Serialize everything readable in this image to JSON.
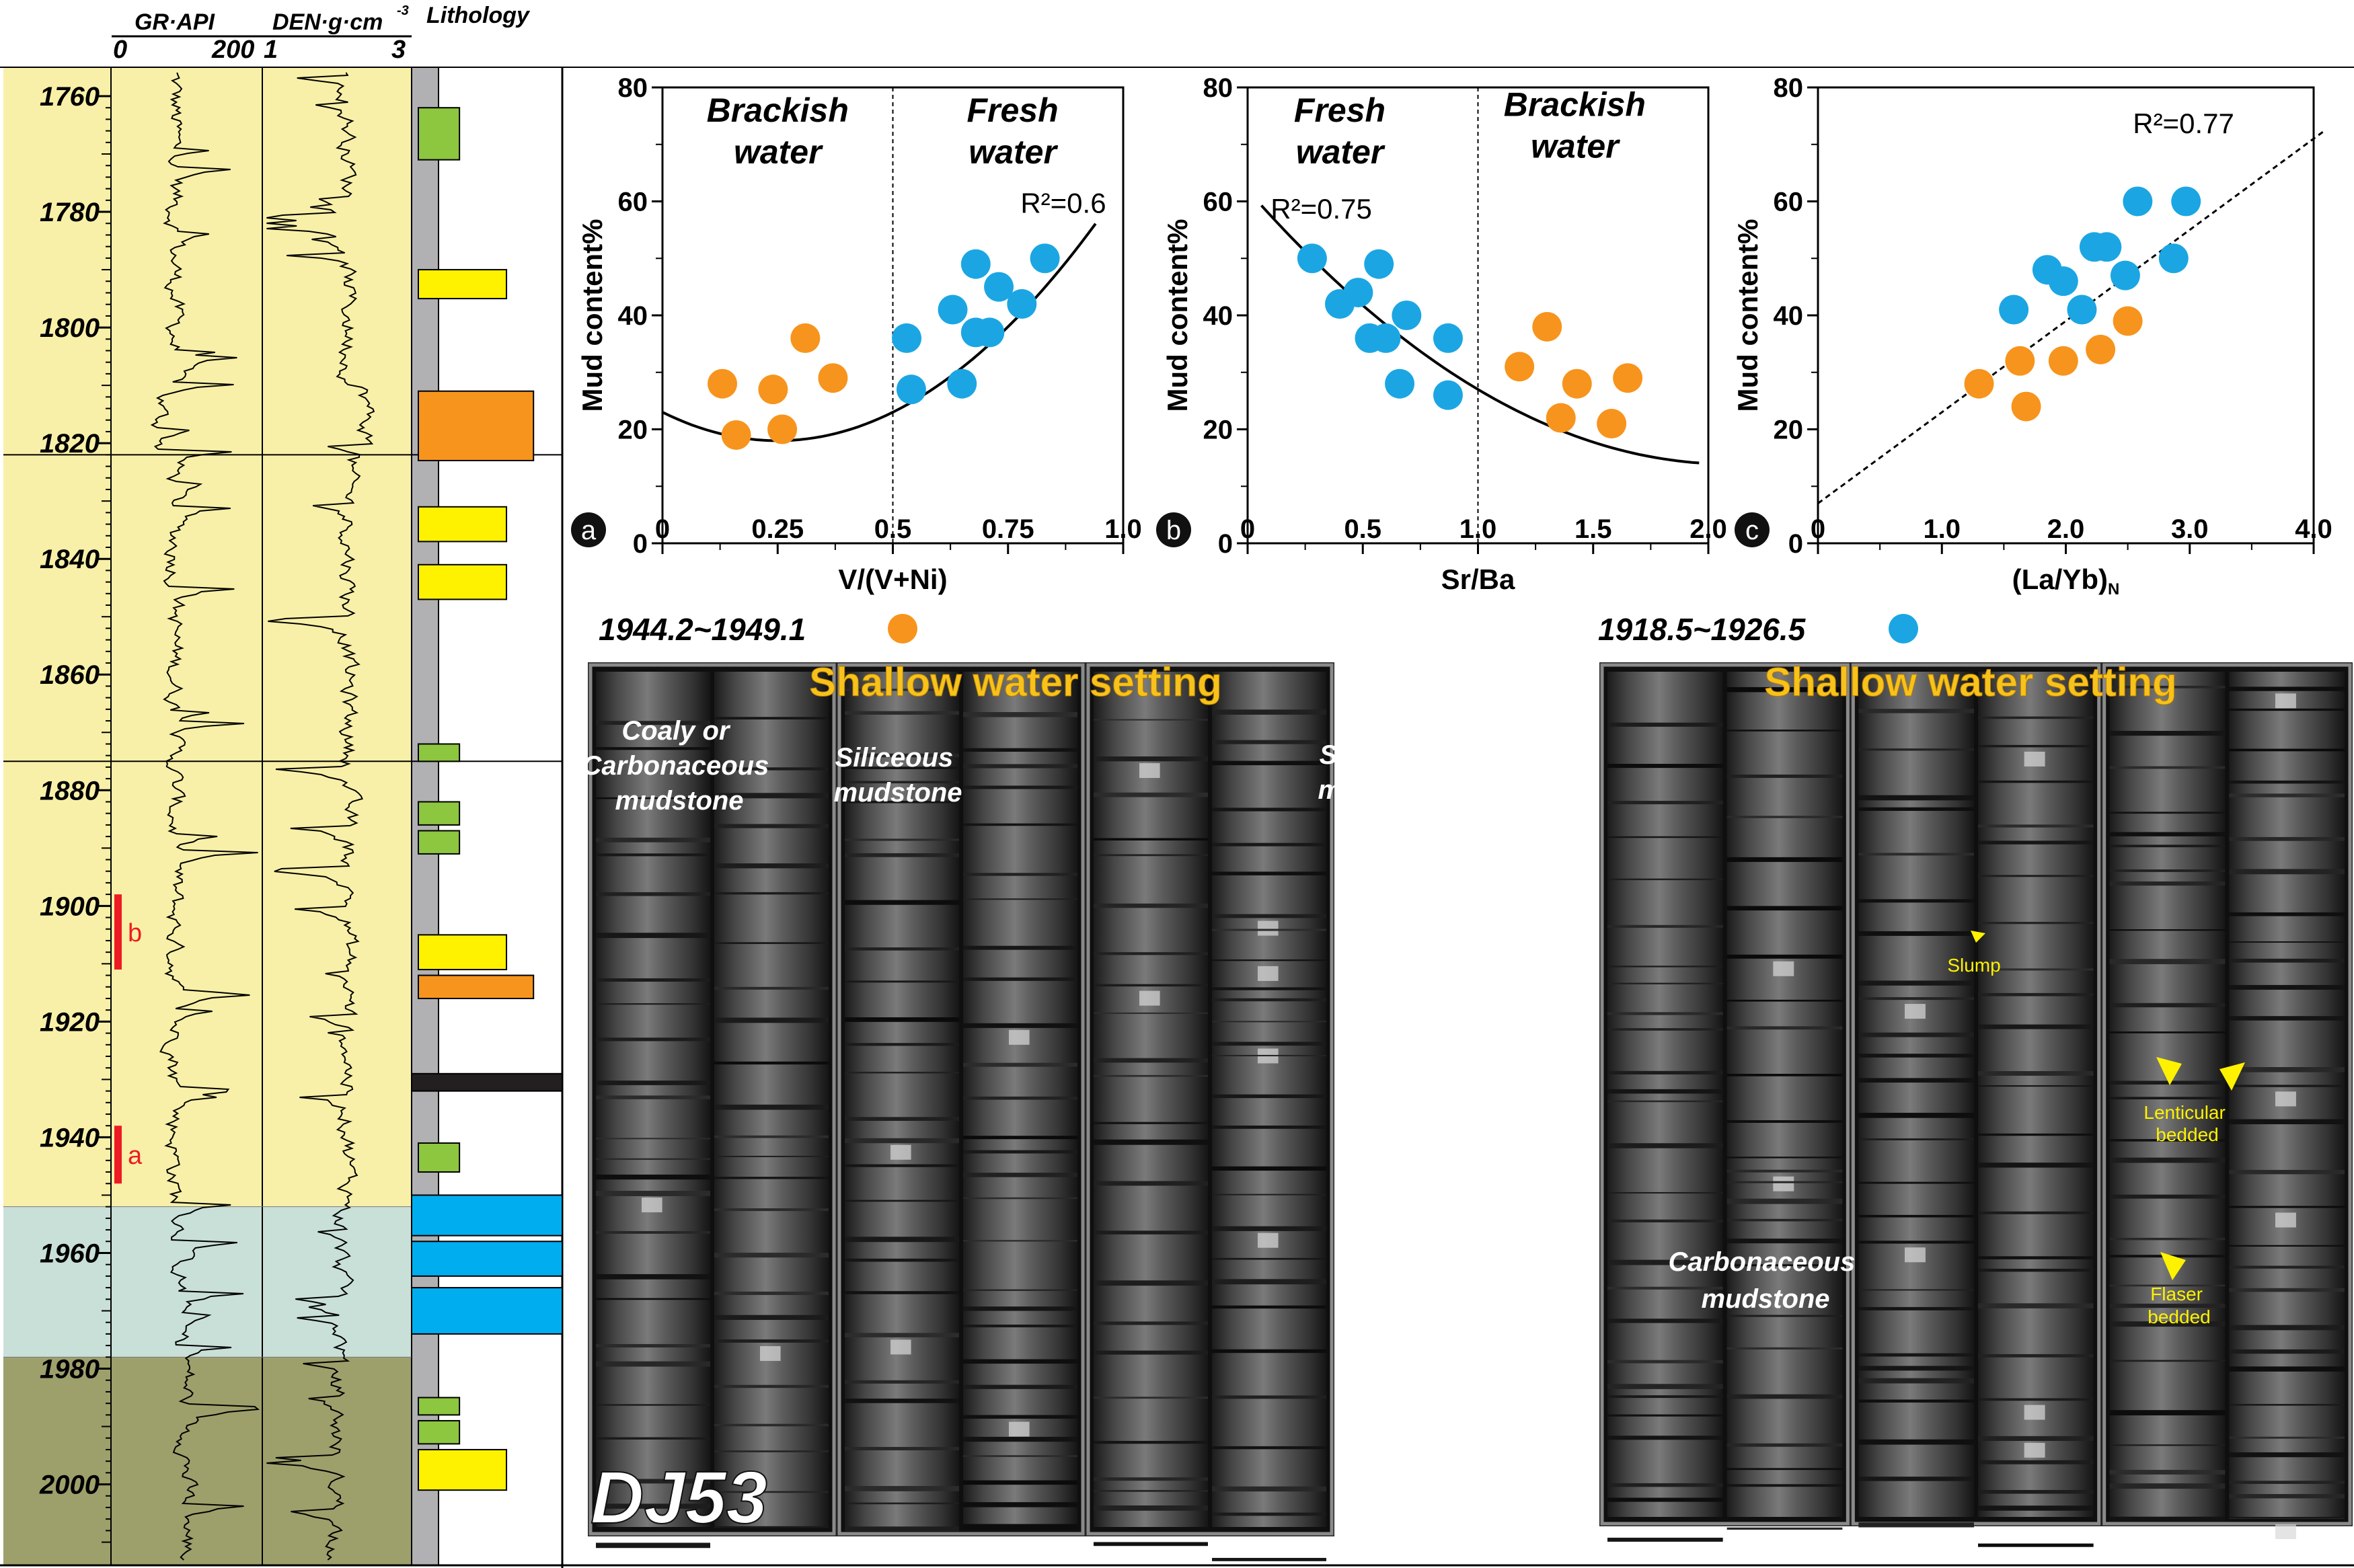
{
  "log_header": {
    "gr_label": "GR·API",
    "den_label": "DEN·g·cm",
    "den_sup": "-3",
    "lithology_label": "Lithology",
    "gr_min": "0",
    "gr_max": "200",
    "den_min": "1",
    "den_max": "3"
  },
  "depth_axis": {
    "min": 1755,
    "max": 2014,
    "ticks": [
      "1760",
      "1780",
      "1800",
      "1820",
      "1840",
      "1860",
      "1880",
      "1900",
      "1920",
      "1940",
      "1960",
      "1980",
      "2000"
    ]
  },
  "log_zones": [
    {
      "from": 1755,
      "to": 1952,
      "color": "#f8f0a8"
    },
    {
      "from": 1952,
      "to": 1978,
      "color": "#c9e0d8"
    },
    {
      "from": 1978,
      "to": 2014,
      "color": "#9ea06c"
    }
  ],
  "zone_dividers": [
    1822,
    1875
  ],
  "lithology_bars": [
    {
      "top": 1762,
      "bottom": 1771,
      "width": 0.35,
      "color": "#8dc63f"
    },
    {
      "top": 1790,
      "bottom": 1795,
      "width": 0.75,
      "color": "#fff200"
    },
    {
      "top": 1811,
      "bottom": 1823,
      "width": 0.98,
      "color": "#f7941d"
    },
    {
      "top": 1831,
      "bottom": 1837,
      "width": 0.75,
      "color": "#fff200"
    },
    {
      "top": 1841,
      "bottom": 1847,
      "width": 0.75,
      "color": "#fff200"
    },
    {
      "top": 1872,
      "bottom": 1875,
      "width": 0.35,
      "color": "#8dc63f"
    },
    {
      "top": 1882,
      "bottom": 1886,
      "width": 0.35,
      "color": "#8dc63f"
    },
    {
      "top": 1887,
      "bottom": 1891,
      "width": 0.35,
      "color": "#8dc63f"
    },
    {
      "top": 1905,
      "bottom": 1911,
      "width": 0.75,
      "color": "#fff200"
    },
    {
      "top": 1912,
      "bottom": 1916,
      "width": 0.98,
      "color": "#f7941d"
    },
    {
      "top": 1929,
      "bottom": 1932,
      "width": 1.05,
      "color": "#231f20"
    },
    {
      "top": 1941,
      "bottom": 1946,
      "width": 0.35,
      "color": "#8dc63f"
    },
    {
      "top": 1950,
      "bottom": 1957,
      "width": 1.05,
      "color": "#00aeef"
    },
    {
      "top": 1958,
      "bottom": 1964,
      "width": 1.05,
      "color": "#00aeef"
    },
    {
      "top": 1966,
      "bottom": 1974,
      "width": 1.05,
      "color": "#00aeef"
    },
    {
      "top": 1985,
      "bottom": 1988,
      "width": 0.35,
      "color": "#8dc63f"
    },
    {
      "top": 1989,
      "bottom": 1993,
      "width": 0.35,
      "color": "#8dc63f"
    },
    {
      "top": 1994,
      "bottom": 2001,
      "width": 0.75,
      "color": "#fff200"
    }
  ],
  "sample_marks": [
    {
      "label": "b",
      "from": 1898,
      "to": 1911
    },
    {
      "label": "a",
      "from": 1938,
      "to": 1948
    }
  ],
  "chart_data": [
    {
      "type": "scatter",
      "panel": "a",
      "xlabel": "V/(V+Ni)",
      "ylabel": "Mud content%",
      "xlim": [
        0,
        1.0
      ],
      "ylim": [
        0,
        80
      ],
      "xticks": [
        "0",
        "0.25",
        "0.5",
        "0.75",
        "1.0"
      ],
      "yticks": [
        "0",
        "20",
        "40",
        "60",
        "80"
      ],
      "zone_labels": [
        {
          "lines": [
            "Brackish",
            "water"
          ],
          "x": 0.25,
          "y": 74
        },
        {
          "lines": [
            "Fresh",
            "water"
          ],
          "x": 0.76,
          "y": 74
        }
      ],
      "divider_x": 0.5,
      "r2_label": "R²=0.6",
      "r2_pos": {
        "x": 0.87,
        "y": 58
      },
      "fit": {
        "kind": "poly2",
        "coef": [
          80,
          -40,
          23
        ],
        "x_range": [
          0,
          0.94
        ]
      },
      "series": [
        {
          "color": "#f7941d",
          "points": [
            [
              0.13,
              28
            ],
            [
              0.16,
              19
            ],
            [
              0.24,
              27
            ],
            [
              0.26,
              20
            ],
            [
              0.31,
              36
            ],
            [
              0.37,
              29
            ]
          ]
        },
        {
          "color": "#1ba6e3",
          "points": [
            [
              0.53,
              36
            ],
            [
              0.54,
              27
            ],
            [
              0.63,
              41
            ],
            [
              0.65,
              28
            ],
            [
              0.68,
              49
            ],
            [
              0.68,
              37
            ],
            [
              0.71,
              37
            ],
            [
              0.73,
              45
            ],
            [
              0.78,
              42
            ],
            [
              0.83,
              50
            ]
          ]
        }
      ]
    },
    {
      "type": "scatter",
      "panel": "b",
      "xlabel": "Sr/Ba",
      "ylabel": "Mud content%",
      "xlim": [
        0,
        2.0
      ],
      "ylim": [
        0,
        80
      ],
      "xticks": [
        "0",
        "0.5",
        "1.0",
        "1.5",
        "2.0"
      ],
      "yticks": [
        "0",
        "20",
        "40",
        "60",
        "80"
      ],
      "zone_labels": [
        {
          "lines": [
            "Fresh",
            "water"
          ],
          "x": 0.4,
          "y": 74
        },
        {
          "lines": [
            "Brackish",
            "water"
          ],
          "x": 1.42,
          "y": 75
        }
      ],
      "divider_x": 1.0,
      "r2_label": "R²=0.75",
      "r2_pos": {
        "x": 0.32,
        "y": 57
      },
      "fit": {
        "kind": "poly2",
        "coef": [
          11,
          -46,
          62
        ],
        "x_range": [
          0.06,
          1.96
        ]
      },
      "series": [
        {
          "color": "#1ba6e3",
          "points": [
            [
              0.28,
              50
            ],
            [
              0.4,
              42
            ],
            [
              0.48,
              44
            ],
            [
              0.53,
              36
            ],
            [
              0.57,
              49
            ],
            [
              0.6,
              36
            ],
            [
              0.66,
              28
            ],
            [
              0.69,
              40
            ],
            [
              0.87,
              36
            ],
            [
              0.87,
              26
            ]
          ]
        },
        {
          "color": "#f7941d",
          "points": [
            [
              1.18,
              31
            ],
            [
              1.3,
              38
            ],
            [
              1.36,
              22
            ],
            [
              1.43,
              28
            ],
            [
              1.58,
              21
            ],
            [
              1.65,
              29
            ]
          ]
        }
      ]
    },
    {
      "type": "scatter",
      "panel": "c",
      "xlabel": "(La/Yb)",
      "xlabel_sub": "N",
      "ylabel": "Mud content%",
      "xlim": [
        0,
        4.0
      ],
      "ylim": [
        0,
        80
      ],
      "xticks": [
        "0",
        "1.0",
        "2.0",
        "3.0",
        "4.0"
      ],
      "yticks": [
        "0",
        "20",
        "40",
        "60",
        "80"
      ],
      "r2_label": "R²=0.77",
      "r2_pos": {
        "x": 2.95,
        "y": 72
      },
      "fit": {
        "kind": "line",
        "coef": [
          16,
          7
        ],
        "x_range": [
          0,
          4.1
        ]
      },
      "series": [
        {
          "color": "#f7941d",
          "points": [
            [
              1.3,
              28
            ],
            [
              1.63,
              32
            ],
            [
              1.68,
              24
            ],
            [
              1.98,
              32
            ],
            [
              2.28,
              34
            ],
            [
              2.5,
              39
            ]
          ]
        },
        {
          "color": "#1ba6e3",
          "points": [
            [
              1.58,
              41
            ],
            [
              1.85,
              48
            ],
            [
              1.98,
              46
            ],
            [
              2.13,
              41
            ],
            [
              2.23,
              52
            ],
            [
              2.33,
              52
            ],
            [
              2.48,
              47
            ],
            [
              2.58,
              60
            ],
            [
              2.87,
              50
            ],
            [
              2.97,
              60
            ]
          ]
        }
      ]
    }
  ],
  "core_left": {
    "range_label": "1944.2~1949.1",
    "marker_color": "#f7941d",
    "setting_label": "Shallow water setting",
    "well_label": "DJ53",
    "annotations": [
      {
        "lines": [
          "Coaly or",
          "Carbonaceous",
          "mudstone"
        ]
      },
      {
        "lines": [
          "Siliceous",
          "mudstone"
        ]
      },
      {
        "lines": [
          "Siliceous",
          "mudstone"
        ]
      }
    ]
  },
  "core_right": {
    "range_label": "1918.5~1926.5",
    "marker_color": "#1ba6e3",
    "setting_label": "Shallow water setting",
    "annotations": [
      {
        "lines": [
          "Carbonaceous",
          "mudstone"
        ]
      },
      {
        "lines": [
          "Slump"
        ]
      },
      {
        "lines": [
          "Lenticular",
          "bedded"
        ]
      },
      {
        "lines": [
          "Flaser",
          "bedded"
        ]
      }
    ]
  }
}
